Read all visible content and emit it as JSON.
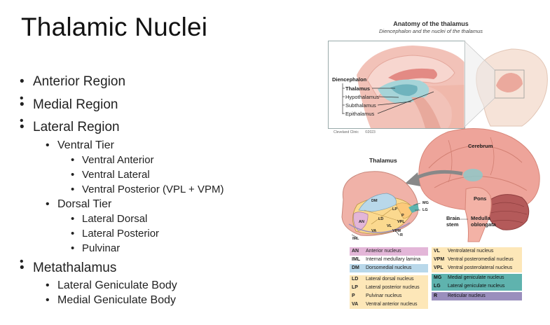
{
  "slide": {
    "title": "Thalamic Nuclei",
    "bullets": [
      {
        "level": 1,
        "text": "Anterior Region"
      },
      {
        "level": 1,
        "text": "Medial Region"
      },
      {
        "level": 1,
        "text": "Lateral Region"
      },
      {
        "level": 2,
        "text": "Ventral Tier"
      },
      {
        "level": 3,
        "text": "Ventral Anterior"
      },
      {
        "level": 3,
        "text": "Ventral Lateral"
      },
      {
        "level": 3,
        "text": "Ventral Posterior (VPL + VPM)"
      },
      {
        "level": 2,
        "text": "Dorsal Tier"
      },
      {
        "level": 3,
        "text": "Lateral Dorsal"
      },
      {
        "level": 3,
        "text": "Lateral Posterior"
      },
      {
        "level": 3,
        "text": "Pulvinar"
      },
      {
        "level": 1,
        "text": "Metathalamus"
      },
      {
        "level": 2,
        "text": "Lateral Geniculate Body"
      },
      {
        "level": 2,
        "text": "Medial Geniculate Body"
      }
    ]
  },
  "figure": {
    "title": "Anatomy of the thalamus",
    "subtitle": "Diencephalon and the nuclei of the thalamus",
    "inset_labels": {
      "heading": "Diencephalon",
      "items": [
        "Thalamus",
        "Hypothalamus",
        "Subthalamus",
        "Epithalamus"
      ]
    },
    "credit": "Cleveland Clinic",
    "copyright": "©2023",
    "brain_labels": {
      "cerebrum": "Cerebrum",
      "pons": "Pons",
      "brain_stem_1": "Brain",
      "brain_stem_2": "stem",
      "medulla_1": "Medulla",
      "medulla_2": "oblongata",
      "thalamus": "Thalamus"
    },
    "thalamus_labels": [
      "DM",
      "LP",
      "P",
      "VPL",
      "LD",
      "VL",
      "VPM",
      "VA",
      "AN",
      "MG",
      "LG",
      "R",
      "IML"
    ],
    "legend": {
      "left": [
        {
          "abbr": "AN",
          "name": "Anterior nucleus",
          "color": "#e3b6d8"
        },
        {
          "abbr": "IML",
          "name": "Internal medullary lamina",
          "color": "#ffffff"
        },
        {
          "abbr": "DM",
          "name": "Dorsomedial nucleus",
          "color": "#b9d8ea"
        },
        {
          "abbr": "LD",
          "name": "Lateral dorsal nucleus",
          "color": "#fde7b8"
        },
        {
          "abbr": "LP",
          "name": "Lateral posterior nucleus",
          "color": "#fde7b8"
        },
        {
          "abbr": "P",
          "name": "Pulvinar nucleus",
          "color": "#fde7b8"
        },
        {
          "abbr": "VA",
          "name": "Ventral anterior nucleus",
          "color": "#fde7b8"
        }
      ],
      "right": [
        {
          "abbr": "VL",
          "name": "Ventrolateral nucleus",
          "color": "#fde7b8"
        },
        {
          "abbr": "VPM",
          "name": "Ventral posteromedial nucleus",
          "color": "#fde7b8"
        },
        {
          "abbr": "VPL",
          "name": "Ventral posterolateral nucleus",
          "color": "#fde7b8"
        },
        {
          "abbr": "MG",
          "name": "Medial geniculate nucleus",
          "color": "#5fb3ae"
        },
        {
          "abbr": "LG",
          "name": "Lateral geniculate nucleus",
          "color": "#5fb3ae"
        },
        {
          "abbr": "R",
          "name": "Reticular nucleus",
          "color": "#9a8fbd"
        }
      ]
    }
  }
}
